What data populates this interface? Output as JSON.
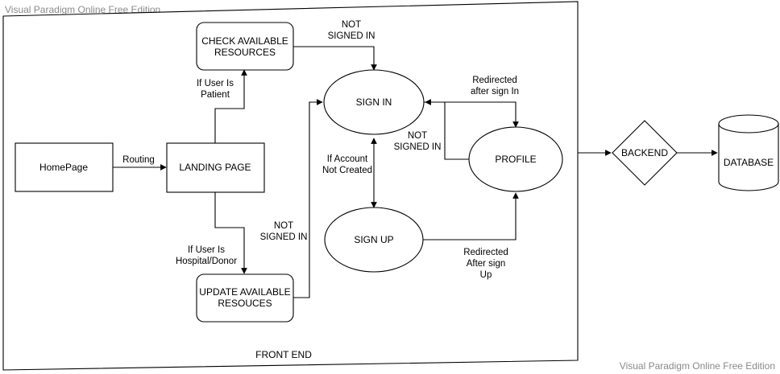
{
  "watermark": {
    "top_left": "Visual Paradigm Online Free Edition",
    "bottom_right": "Visual Paradigm Online Free Edition"
  },
  "frame": {
    "label": "FRONT END"
  },
  "nodes": {
    "homepage": "HomePage",
    "landing_page": "LANDING PAGE",
    "check_resources": [
      "CHECK AVAILABLE",
      "RESOURCES"
    ],
    "update_resources": [
      "UPDATE AVAILABLE",
      "RESOUCES"
    ],
    "sign_in": "SIGN IN",
    "sign_up": "SIGN UP",
    "profile": "PROFILE",
    "backend": "BACKEND",
    "database": "DATABASE"
  },
  "edge_labels": {
    "routing": [
      "Routing"
    ],
    "if_patient": [
      "If User Is",
      "Patient"
    ],
    "if_hospital": [
      "If User Is",
      "Hospital/Donor"
    ],
    "not_signed_in_top": [
      "NOT",
      "SIGNED IN"
    ],
    "not_signed_in_left": [
      "NOT",
      "SIGNED IN"
    ],
    "not_signed_in_mid": [
      "NOT",
      "SIGNED IN"
    ],
    "if_account_not_created": [
      "If Account",
      "Not Created"
    ],
    "redirected_after_sign_in": [
      "Redirected",
      "after sign In"
    ],
    "redirected_after_sign_up": [
      "Redirected",
      "After sign",
      "Up"
    ]
  }
}
